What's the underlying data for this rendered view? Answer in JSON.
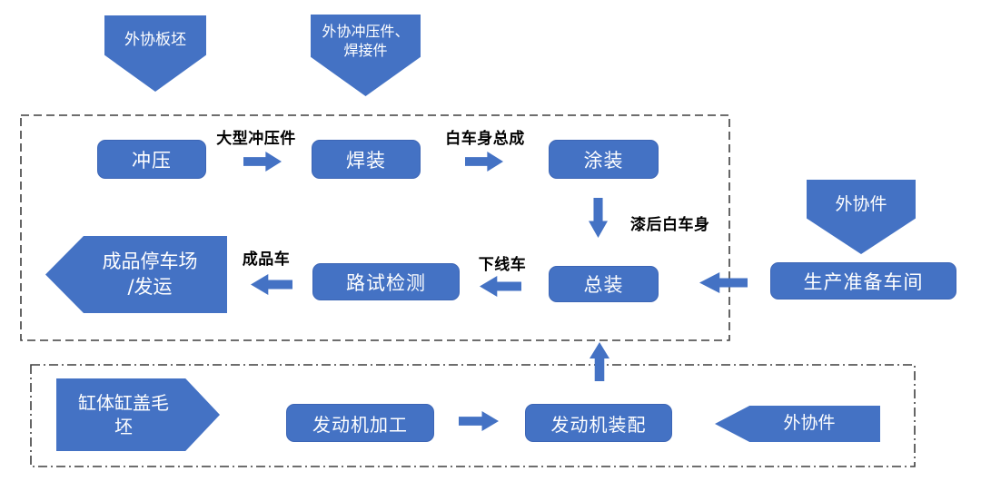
{
  "diagram_title": "vehicle-production-process-flow",
  "nodes": {
    "stamping": "冲压",
    "welding": "焊装",
    "painting": "涂装",
    "final_assembly": "总装",
    "road_test": "路试检测",
    "parking_shipping": "成品停车场\n/发运",
    "prep_workshop": "生产准备车间",
    "engine_machining": "发动机加工",
    "engine_assembly": "发动机装配"
  },
  "inputs": {
    "slab": "外协板坯",
    "stamping_welding_parts": "外协冲压件、\n焊接件",
    "outsourced_parts_top": "外协件",
    "outsourced_parts_engine": "外协件",
    "cylinder_block_head_blank": "缸体缸盖毛\n坯"
  },
  "flow_labels": {
    "large_stampings": "大型冲压件",
    "body_in_white": "白车身总成",
    "painted_body": "漆后白车身",
    "offline_vehicle": "下线车",
    "finished_vehicle": "成品车"
  },
  "colors": {
    "shape_fill": "#4472C4",
    "shape_border": "#3c65b5",
    "shape_text": "#FFFFFF",
    "label_text": "#000000",
    "container_border": "#3F3F3F"
  }
}
